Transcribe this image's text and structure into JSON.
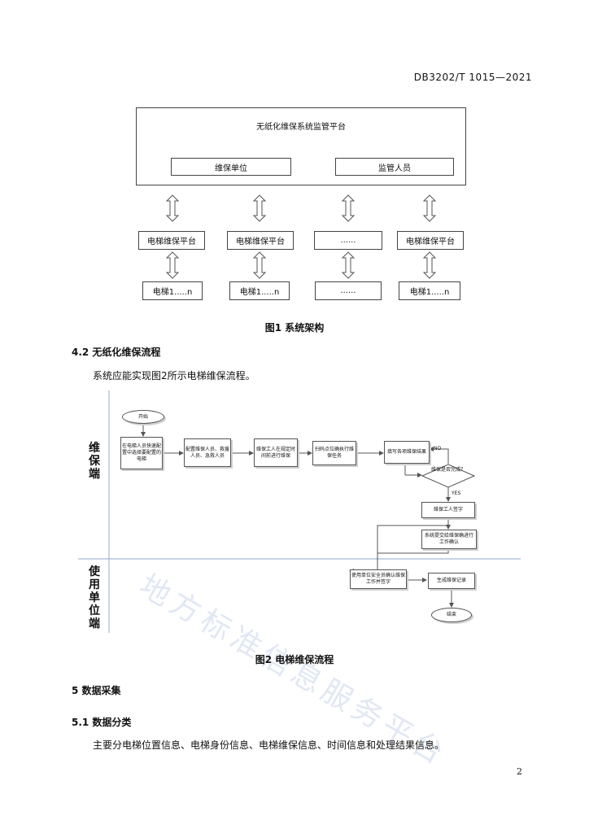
{
  "header": {
    "doc_code": "DB3202/T 1015—2021"
  },
  "figure1": {
    "platform_title": "无纸化维保系统监管平台",
    "unit_box": "维保单位",
    "supervisor_box": "监管人员",
    "platform_row": [
      "电梯维保平台",
      "电梯维保平台",
      "......",
      "电梯维保平台"
    ],
    "elevator_row": [
      "电梯1.....n",
      "电梯1.....n",
      "......",
      "电梯1.....n"
    ],
    "caption": "图1   系统架构"
  },
  "section_4_2": {
    "heading": "4.2   无纸化维保流程",
    "text": "系统应能实现图2所示电梯维保流程。"
  },
  "figure2": {
    "lane_maintenance": "维保端",
    "lane_user": "使用单位端",
    "nodes": {
      "start": "开始",
      "select": "在电梯人员快速配置中选择要配置的电梯",
      "assign": "配置维保人员、救援人员、急救人员",
      "worker": "维保工人在规定时间前进行维保",
      "scan": "扫码点位确执行维保任务",
      "fill": "填写各项维保结果",
      "decision": "维保是否完成？",
      "sign": "维保工人签字",
      "submit": "系统提交给维保确进行工作确认",
      "confirm": "使用单位安全员确认维保工作并签字",
      "record": "生成维保记录",
      "end": "结束"
    },
    "label_no": "NO",
    "label_yes": "YES",
    "watermark": "地方标准信息服务平台",
    "caption": "图2   电梯维保流程"
  },
  "section_5": {
    "heading": "5   数据采集"
  },
  "section_5_1": {
    "heading": "5.1   数据分类",
    "text": "主要分电梯位置信息、电梯身份信息、电梯维保信息、时间信息和处理结果信息。"
  },
  "footer": {
    "page_number": "2"
  }
}
